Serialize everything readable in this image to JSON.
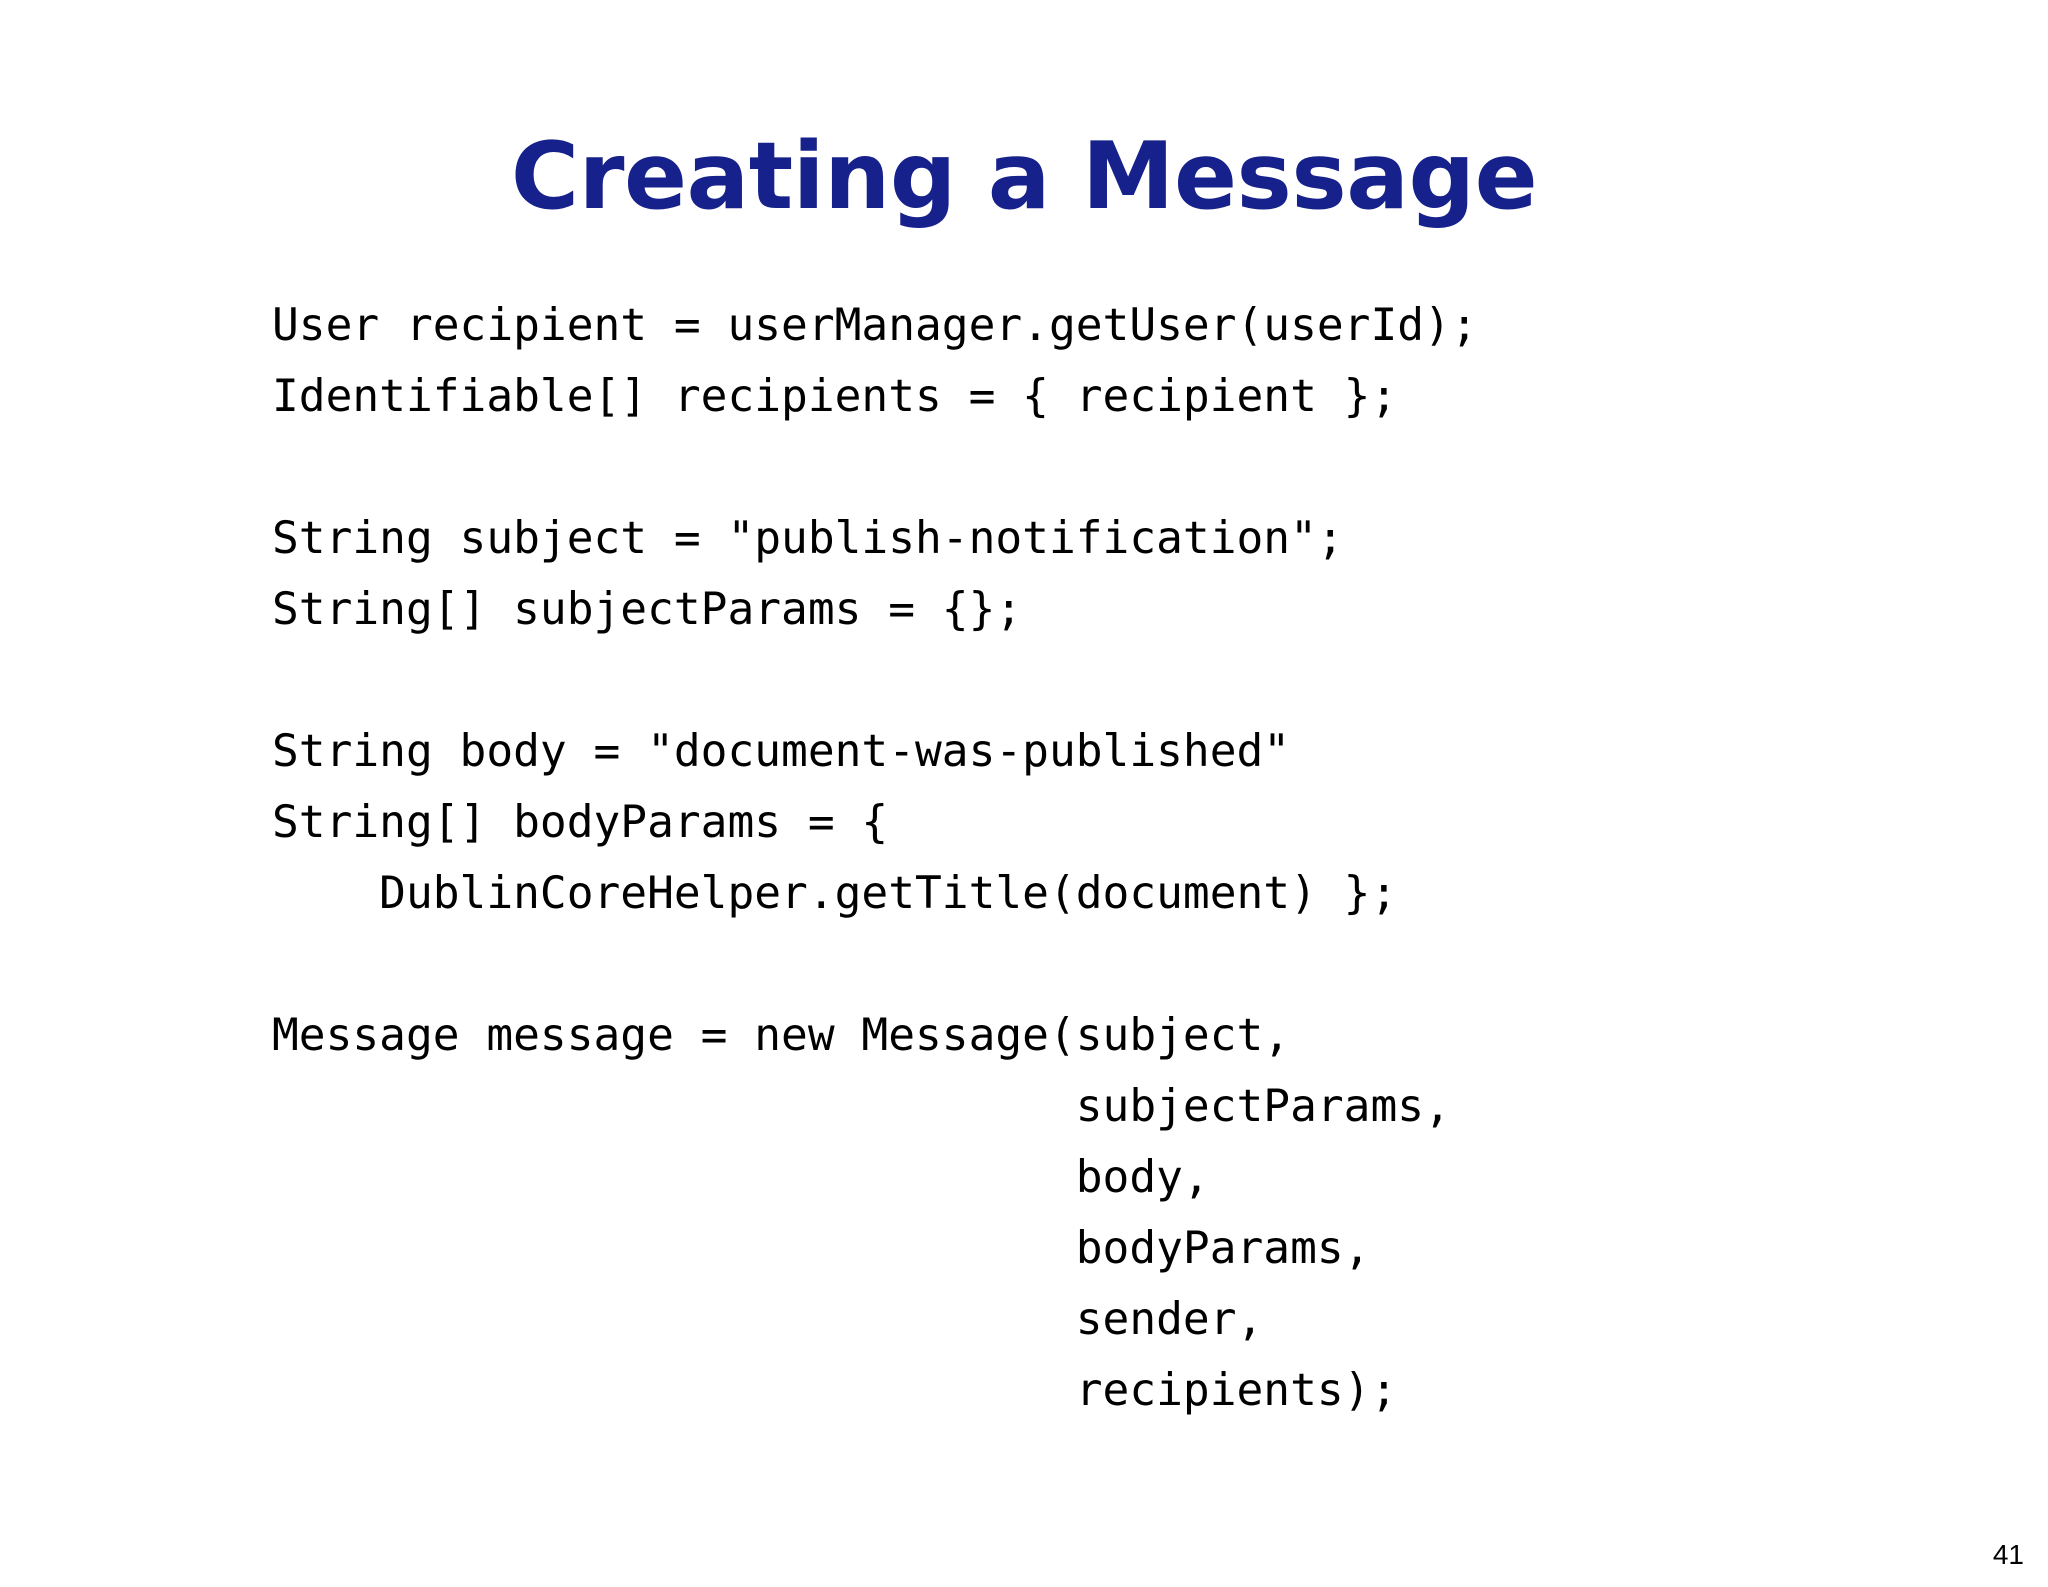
{
  "slide": {
    "title": "Creating a Message",
    "title_color": "#16218c",
    "background_color": "#ffffff",
    "text_color": "#000000",
    "page_number": "41"
  },
  "code": {
    "language": "java",
    "lines": [
      "User recipient = userManager.getUser(userId);",
      "Identifiable[] recipients = { recipient };",
      "",
      "String subject = \"publish-notification\";",
      "String[] subjectParams = {};",
      "",
      "String body = \"document-was-published\"",
      "String[] bodyParams = {",
      "    DublinCoreHelper.getTitle(document) };",
      "",
      "Message message = new Message(subject,",
      "                              subjectParams,",
      "                              body,",
      "                              bodyParams,",
      "                              sender,",
      "                              recipients);"
    ]
  }
}
